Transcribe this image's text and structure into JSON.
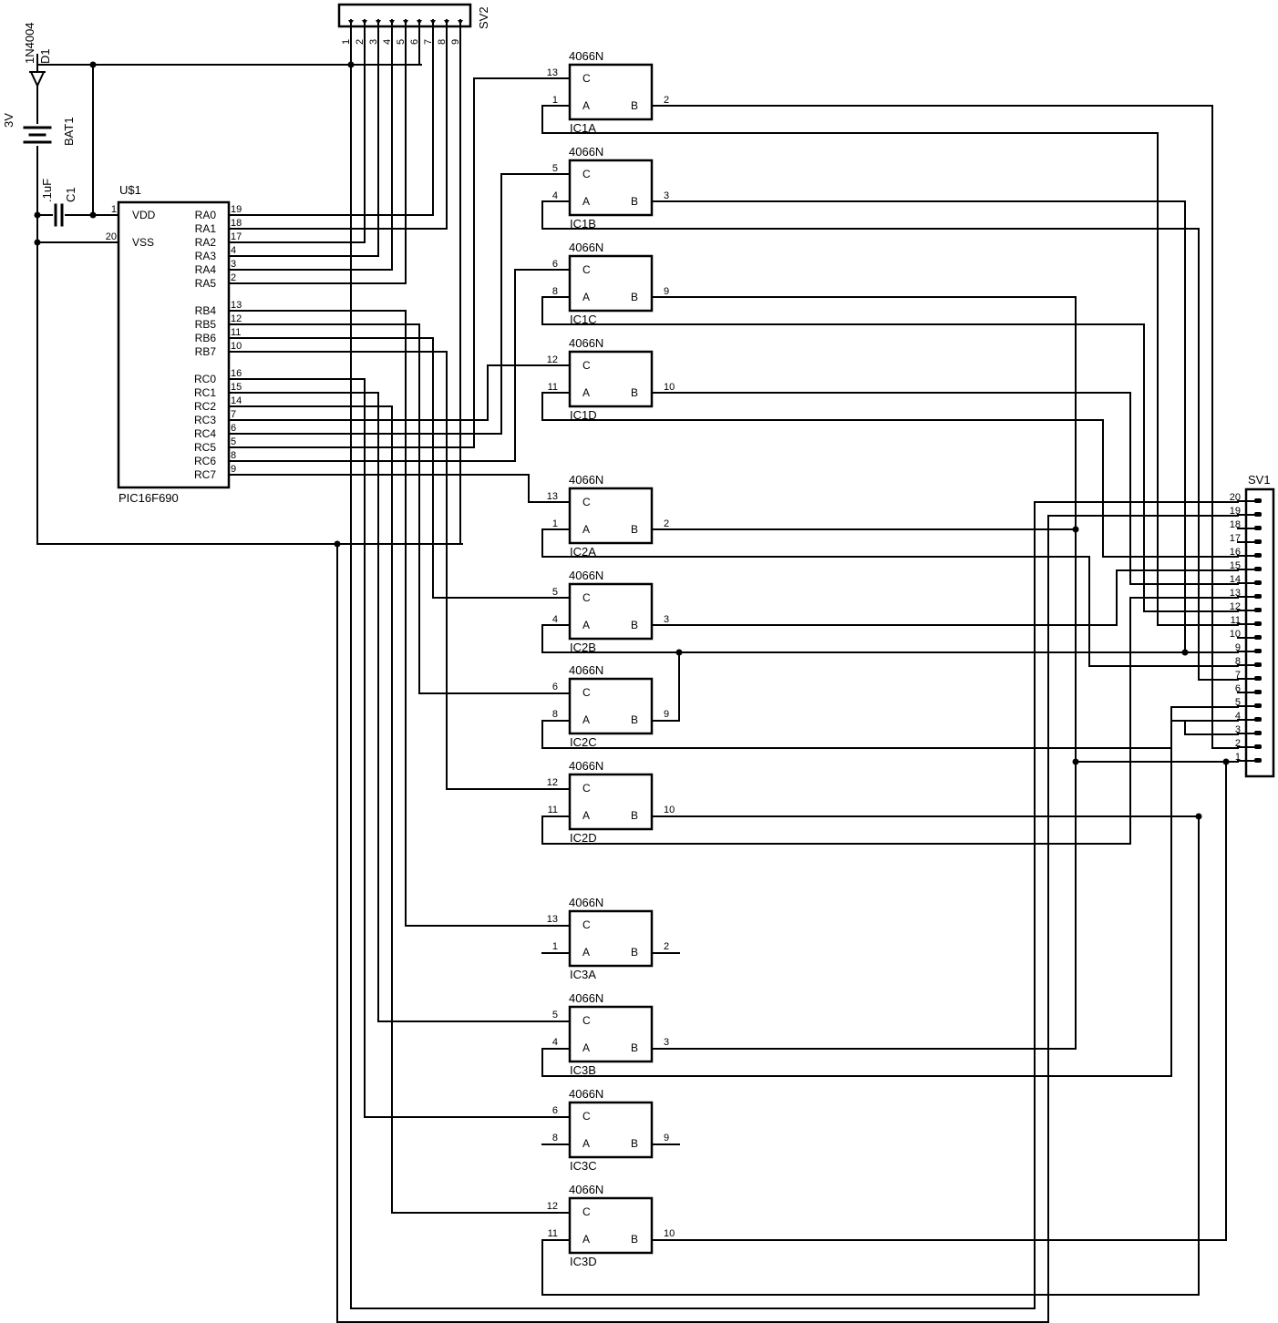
{
  "mcu": {
    "ref": "U$1",
    "part": "PIC16F690",
    "pins": [
      {
        "label": "VDD",
        "num": "1"
      },
      {
        "label": "VSS",
        "num": "20"
      },
      {
        "label": "RA0",
        "num": "19"
      },
      {
        "label": "RA1",
        "num": "18"
      },
      {
        "label": "RA2",
        "num": "17"
      },
      {
        "label": "RA3",
        "num": "4"
      },
      {
        "label": "RA4",
        "num": "3"
      },
      {
        "label": "RA5",
        "num": "2"
      },
      {
        "label": "RB4",
        "num": "13"
      },
      {
        "label": "RB5",
        "num": "12"
      },
      {
        "label": "RB6",
        "num": "11"
      },
      {
        "label": "RB7",
        "num": "10"
      },
      {
        "label": "RC0",
        "num": "16"
      },
      {
        "label": "RC1",
        "num": "15"
      },
      {
        "label": "RC2",
        "num": "14"
      },
      {
        "label": "RC3",
        "num": "7"
      },
      {
        "label": "RC4",
        "num": "6"
      },
      {
        "label": "RC5",
        "num": "5"
      },
      {
        "label": "RC6",
        "num": "8"
      },
      {
        "label": "RC7",
        "num": "9"
      }
    ]
  },
  "power": {
    "diode_part": "1N4004",
    "diode_ref": "D1",
    "battery_value": "3V",
    "battery_ref": "BAT1",
    "cap_value": ".1uF",
    "cap_ref": "C1"
  },
  "sv2": {
    "ref": "SV2",
    "pins": [
      "1",
      "2",
      "3",
      "4",
      "5",
      "6",
      "7",
      "8",
      "9"
    ]
  },
  "sv1": {
    "ref": "SV1",
    "pins": [
      "20",
      "19",
      "18",
      "17",
      "16",
      "15",
      "14",
      "13",
      "12",
      "11",
      "10",
      "9",
      "8",
      "7",
      "6",
      "5",
      "4",
      "3",
      "2",
      "1"
    ]
  },
  "gates": [
    {
      "ref": "IC1A",
      "part": "4066N",
      "c_pin": "13",
      "a_pin": "1",
      "b_pin": "2"
    },
    {
      "ref": "IC1B",
      "part": "4066N",
      "c_pin": "5",
      "a_pin": "4",
      "b_pin": "3"
    },
    {
      "ref": "IC1C",
      "part": "4066N",
      "c_pin": "6",
      "a_pin": "8",
      "b_pin": "9"
    },
    {
      "ref": "IC1D",
      "part": "4066N",
      "c_pin": "12",
      "a_pin": "11",
      "b_pin": "10"
    },
    {
      "ref": "IC2A",
      "part": "4066N",
      "c_pin": "13",
      "a_pin": "1",
      "b_pin": "2"
    },
    {
      "ref": "IC2B",
      "part": "4066N",
      "c_pin": "5",
      "a_pin": "4",
      "b_pin": "3"
    },
    {
      "ref": "IC2C",
      "part": "4066N",
      "c_pin": "6",
      "a_pin": "8",
      "b_pin": "9"
    },
    {
      "ref": "IC2D",
      "part": "4066N",
      "c_pin": "12",
      "a_pin": "11",
      "b_pin": "10"
    },
    {
      "ref": "IC3A",
      "part": "4066N",
      "c_pin": "13",
      "a_pin": "1",
      "b_pin": "2"
    },
    {
      "ref": "IC3B",
      "part": "4066N",
      "c_pin": "5",
      "a_pin": "4",
      "b_pin": "3"
    },
    {
      "ref": "IC3C",
      "part": "4066N",
      "c_pin": "6",
      "a_pin": "8",
      "b_pin": "9"
    },
    {
      "ref": "IC3D",
      "part": "4066N",
      "c_pin": "12",
      "a_pin": "11",
      "b_pin": "10"
    }
  ],
  "gate_pin_labels": {
    "c": "C",
    "a": "A",
    "b": "B"
  }
}
